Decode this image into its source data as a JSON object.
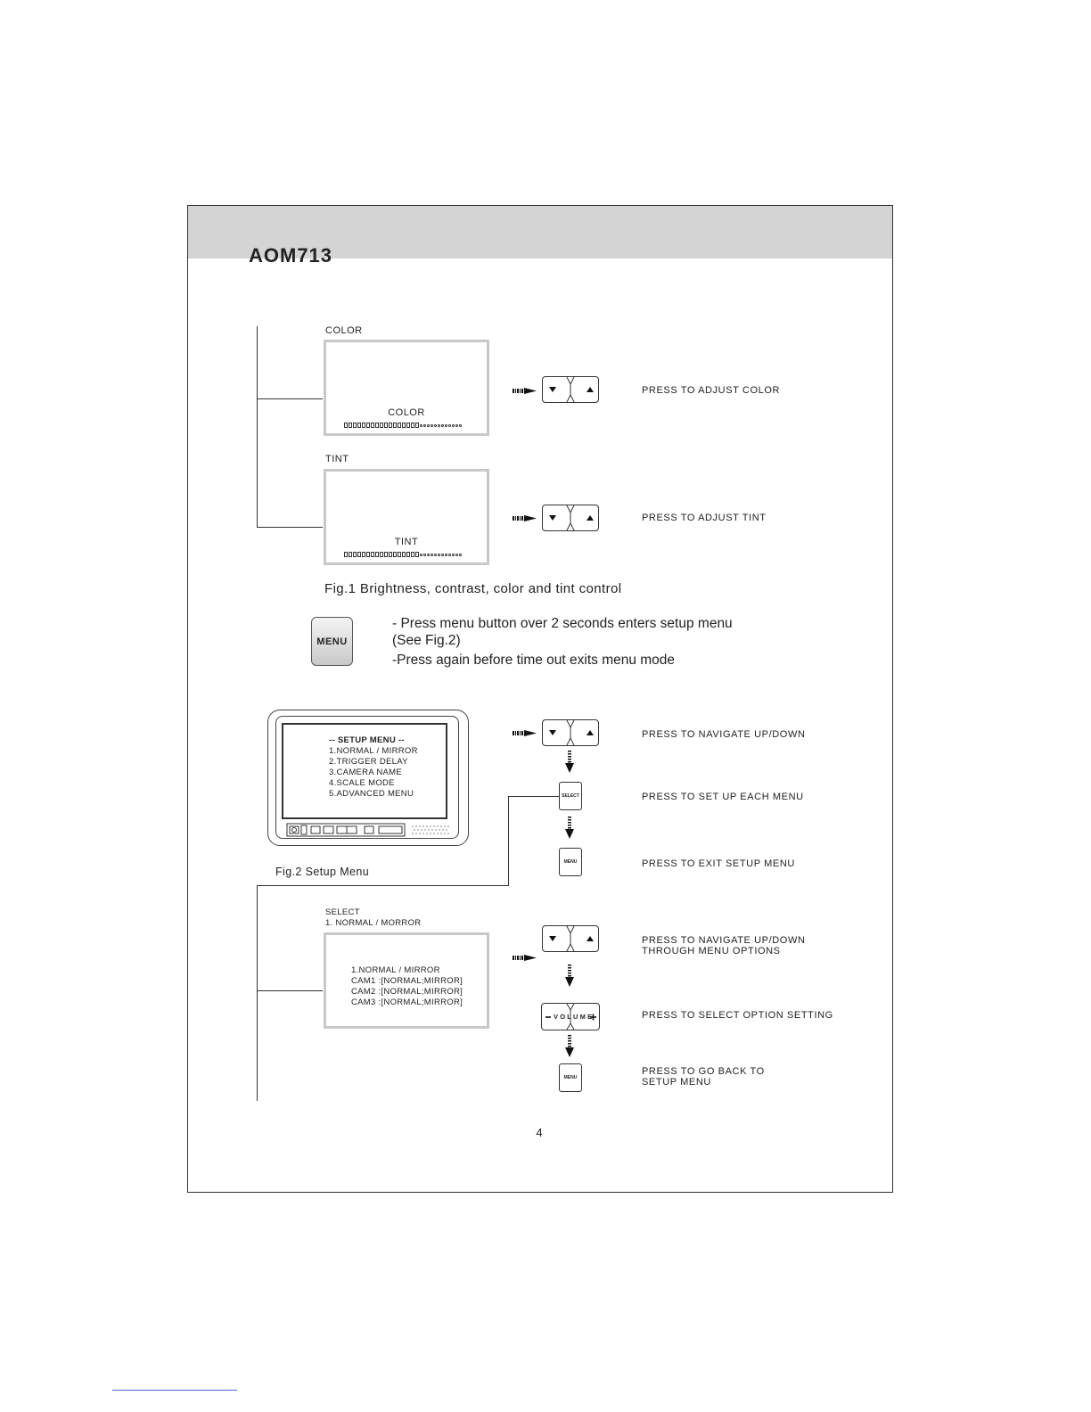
{
  "header": {
    "model": "AOM713"
  },
  "color_section": {
    "title": "COLOR",
    "screen_label": "COLOR",
    "instruction": "PRESS TO ADJUST COLOR"
  },
  "tint_section": {
    "title": "TINT",
    "screen_label": "TINT",
    "instruction": "PRESS TO ADJUST TINT"
  },
  "fig1_caption": "Fig.1 Brightness, contrast, color and tint control",
  "menu_button": {
    "label": "MENU",
    "text_line1": "-  Press menu button over 2 seconds enters setup menu",
    "text_line2": "(See Fig.2)",
    "text_line3": "-Press again before time out exits menu mode"
  },
  "setup_menu": {
    "title": "-- SETUP MENU --",
    "items": [
      "1.NORMAL / MIRROR",
      "2.TRIGGER DELAY",
      "3.CAMERA NAME",
      "4.SCALE MODE",
      "5.ADVANCED MENU"
    ],
    "fig2_caption": "Fig.2 Setup Menu"
  },
  "setup_steps": {
    "navigate": "PRESS TO NAVIGATE UP/DOWN",
    "select_button": "SELECT",
    "setup_each": "PRESS TO SET UP EACH MENU",
    "menu_button": "MENU",
    "exit": "PRESS TO EXIT SETUP MENU"
  },
  "normal_mirror": {
    "title_line1": "SELECT",
    "title_line2": "1. NORMAL / MORROR",
    "screen_lines": [
      "1.NORMAL / MIRROR",
      "CAM1 :[NORMAL;MIRROR]",
      "CAM2 :[NORMAL;MIRROR]",
      "CAM3 :[NORMAL;MIRROR]"
    ],
    "step1_line1": "PRESS TO NAVIGATE UP/DOWN",
    "step1_line2": "THROUGH MENU OPTIONS",
    "volume_label": "VOLUME",
    "step2": "PRESS TO SELECT OPTION SETTING",
    "menu_button": "MENU",
    "step3_line1": "PRESS TO GO BACK TO",
    "step3_line2": "SETUP MENU"
  },
  "page_number": "4"
}
